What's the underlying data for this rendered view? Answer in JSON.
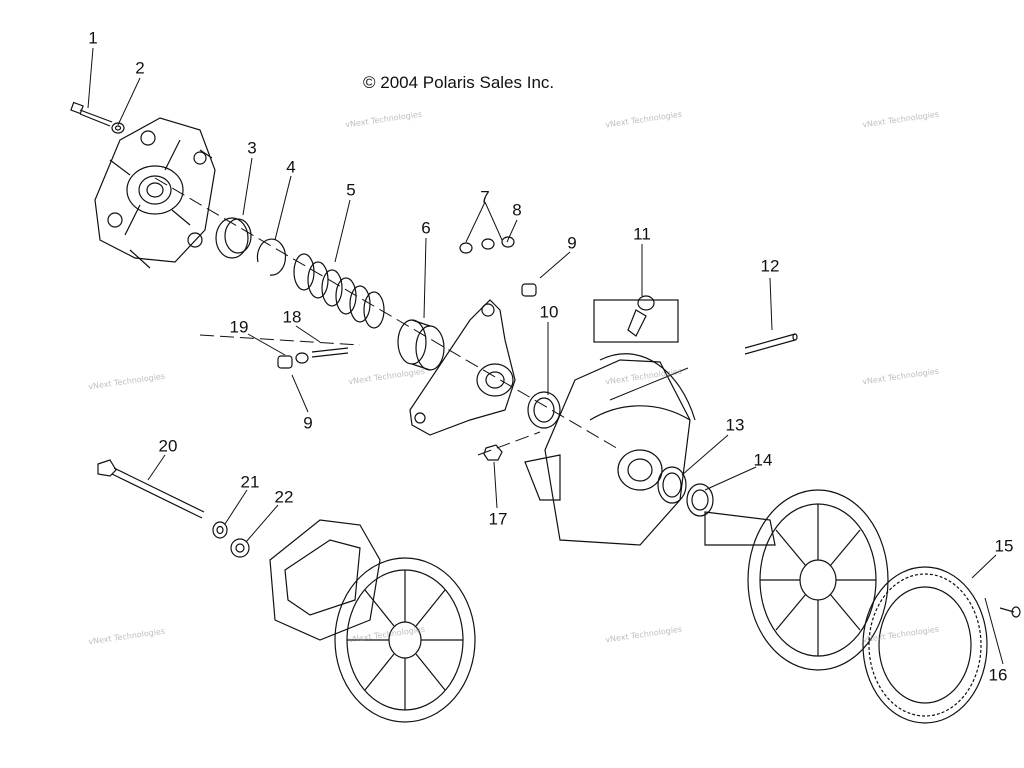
{
  "copyright": "© 2004 Polaris Sales Inc.",
  "watermark": "vNext Technologies",
  "callouts": [
    {
      "id": "1",
      "label": "1"
    },
    {
      "id": "2",
      "label": "2"
    },
    {
      "id": "3",
      "label": "3"
    },
    {
      "id": "4",
      "label": "4"
    },
    {
      "id": "5",
      "label": "5"
    },
    {
      "id": "6",
      "label": "6"
    },
    {
      "id": "7",
      "label": "7"
    },
    {
      "id": "8",
      "label": "8"
    },
    {
      "id": "9a",
      "label": "9"
    },
    {
      "id": "9b",
      "label": "9"
    },
    {
      "id": "10",
      "label": "10"
    },
    {
      "id": "11",
      "label": "11"
    },
    {
      "id": "12",
      "label": "12"
    },
    {
      "id": "13",
      "label": "13"
    },
    {
      "id": "14",
      "label": "14"
    },
    {
      "id": "15",
      "label": "15"
    },
    {
      "id": "16",
      "label": "16"
    },
    {
      "id": "17",
      "label": "17"
    },
    {
      "id": "18",
      "label": "18"
    },
    {
      "id": "19",
      "label": "19"
    },
    {
      "id": "20",
      "label": "20"
    },
    {
      "id": "21",
      "label": "21"
    },
    {
      "id": "22",
      "label": "22"
    }
  ],
  "colors": {
    "line": "#111111",
    "background": "#ffffff"
  }
}
